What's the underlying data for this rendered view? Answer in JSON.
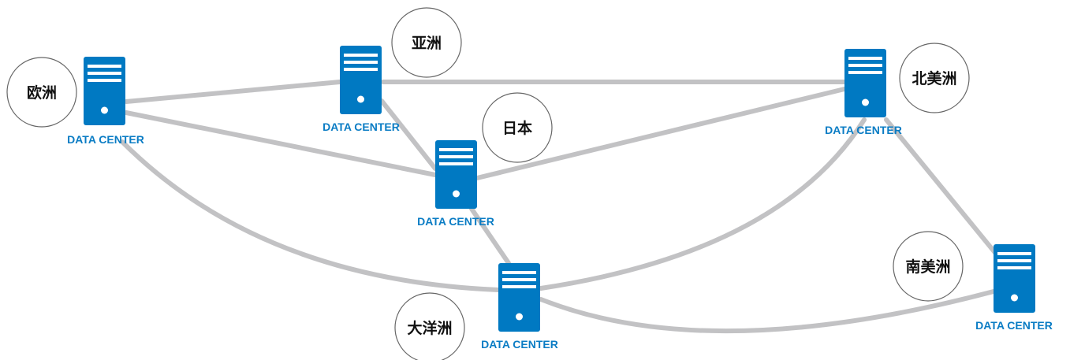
{
  "diagram": {
    "colors": {
      "link": "#c2c2c4",
      "server": "#0079c2",
      "server_stripe": "#ffffff",
      "label": "#0a7cc4",
      "bubble_stroke": "#666666",
      "bubble_text": "#111111"
    },
    "data_centers": [
      {
        "id": "europe",
        "label": "DATA CENTER"
      },
      {
        "id": "asia",
        "label": "DATA CENTER"
      },
      {
        "id": "north_america",
        "label": "DATA CENTER"
      },
      {
        "id": "japan",
        "label": "DATA CENTER"
      },
      {
        "id": "oceania",
        "label": "DATA CENTER"
      },
      {
        "id": "south_america",
        "label": "DATA CENTER"
      }
    ],
    "regions": [
      {
        "id": "europe",
        "label": "欧洲"
      },
      {
        "id": "asia",
        "label": "亚洲"
      },
      {
        "id": "north_america",
        "label": "北美洲"
      },
      {
        "id": "japan",
        "label": "日本"
      },
      {
        "id": "oceania",
        "label": "大洋洲"
      },
      {
        "id": "south_america",
        "label": "南美洲"
      }
    ]
  }
}
